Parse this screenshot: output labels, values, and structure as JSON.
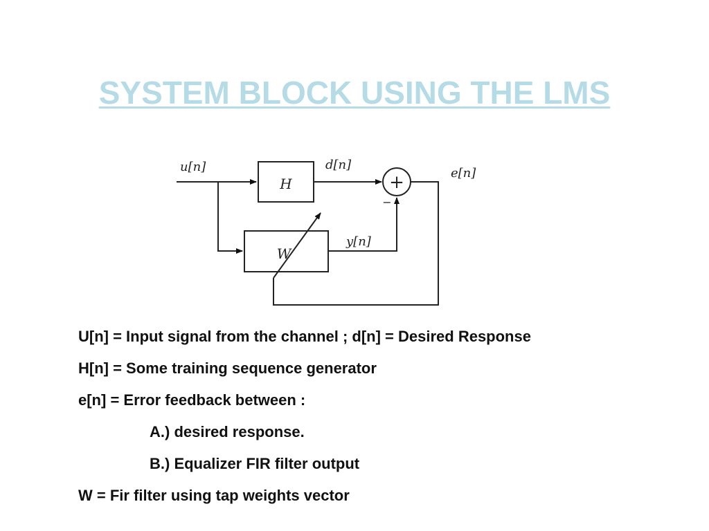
{
  "slide": {
    "title": "SYSTEM BLOCK USING THE LMS",
    "title_color": "#b4dbe6"
  },
  "diagram": {
    "input_label": "u[n]",
    "desired_label": "d[n]",
    "error_label": "e[n]",
    "output_label": "y[n]",
    "block_h_label": "H",
    "block_w_label": "W",
    "summer_symbol": "+",
    "minus_sign": "−"
  },
  "notes": [
    {
      "text": "U[n] = Input signal from the channel ; d[n] = Desired Response",
      "indent": false
    },
    {
      "text": "H[n] = Some training sequence generator",
      "indent": false
    },
    {
      "text": "e[n] = Error feedback between :",
      "indent": false
    },
    {
      "text": "A.) desired response.",
      "indent": true
    },
    {
      "text": "B.) Equalizer FIR filter output",
      "indent": true
    },
    {
      "text": "W = Fir filter using tap weights vector",
      "indent": false
    }
  ]
}
